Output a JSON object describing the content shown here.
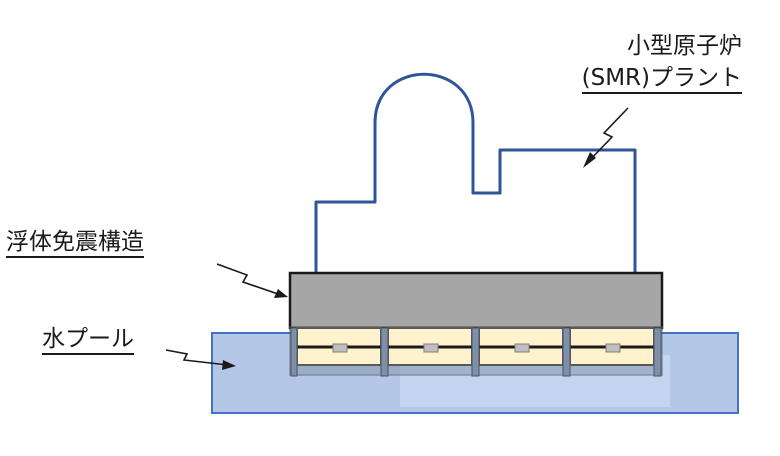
{
  "labels": {
    "smr_line1": "小型原子炉",
    "smr_line2": "(SMR)プラント",
    "floating_structure": "浮体免震構造",
    "water_pool": "水プール"
  },
  "colors": {
    "plant_outline": "#2f5597",
    "pool_fill": "#b4c7e7",
    "pool_border": "#4472c4",
    "deck_fill": "#a6a6a6",
    "float_fill": "#fff2cc",
    "float_border": "#595959",
    "text": "#1a1a1a"
  }
}
